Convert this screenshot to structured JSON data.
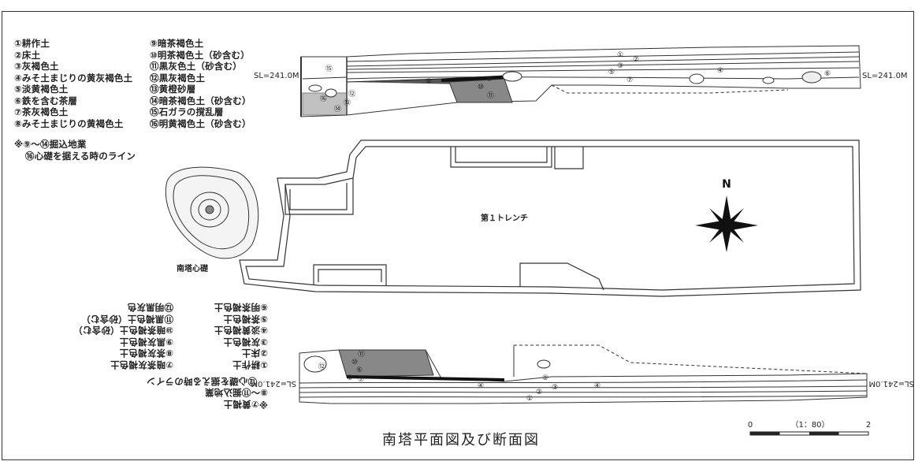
{
  "title": "南塔平面図及び断面図",
  "legend_left": [
    "①耕作土",
    "②床土",
    "③灰褐色土",
    "④みそ土まじりの黄灰褐色土",
    "⑤淡黄褐色土",
    "⑥鉄を含む茶層",
    "⑦茶灰褐色土",
    "⑧みそ土まじりの黄褐色土"
  ],
  "legend_right": [
    "⑨暗茶褐色土",
    "⑩明茶褐色土（砂含む）",
    "⑪黒灰色土（砂含む）",
    "⑫黒灰褐色土",
    "⑬黄橙砂層",
    "⑭暗茶褐色土（砂含む）",
    "⑮石ガラの撹乱層",
    "⑯明黄褐色土（砂含む）"
  ],
  "note": [
    "※⑨～⑭掘込地業",
    "⑯心礎を据える時のライン"
  ],
  "lower_legend_left": [
    "①耕作土",
    "②床土",
    "③灰褐色土",
    "④淡黄褐色土",
    "⑤茶褐色土",
    "⑥明茶褐色土"
  ],
  "lower_legend_right": [
    "⑦暗茶灰褐色土",
    "⑧茶灰褐色土",
    "⑨黒灰褐色土",
    "⑩暗茶褐色土（砂含む）",
    "⑪黒褐色土（砂含む）",
    "⑫明黒灰色"
  ],
  "lower_note": [
    "※⑦黄褐土",
    "⑧～⑪掘込地業",
    "⑫心礎を据える時のライン"
  ],
  "sl_label": "SL=241.0M",
  "north": "N",
  "trench_label": "第１トレンチ",
  "foundation_label": "南塔心礎",
  "scale": {
    "zero": "0",
    "ratio": "（1：80）",
    "max": "2"
  }
}
